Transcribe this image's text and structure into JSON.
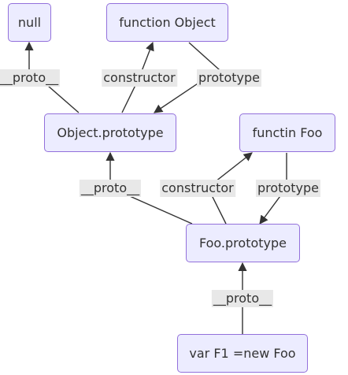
{
  "nodes": {
    "null": "null",
    "function_object": "function Object",
    "object_prototype": "Object.prototype",
    "functin_foo": "functin Foo",
    "foo_prototype": "Foo.prototype",
    "var_f1": "var F1 =new Foo"
  },
  "edges": {
    "obj_proto_to_null": "__proto__",
    "obj_proto_constructor": "constructor",
    "object_prototype_edge": "prototype",
    "foo_proto_to_obj_proto": "__proto__",
    "foo_proto_constructor": "constructor",
    "foo_prototype_edge": "prototype",
    "f1_proto": "__proto__"
  }
}
